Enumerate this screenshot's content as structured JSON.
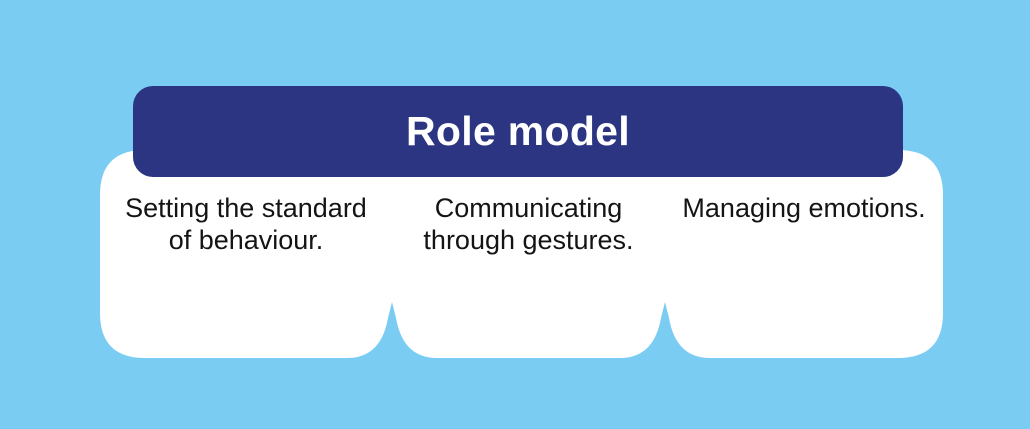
{
  "colors": {
    "background": "#7ACCF2",
    "header_bar": "#2B3582",
    "lobe_fill": "#FFFFFF",
    "header_text": "#FFFFFF",
    "body_text": "#141414"
  },
  "header": {
    "title": "Role model"
  },
  "columns": [
    {
      "text": "Setting the standard of behaviour."
    },
    {
      "text": "Communicating through gestures."
    },
    {
      "text": "Managing emotions."
    }
  ]
}
